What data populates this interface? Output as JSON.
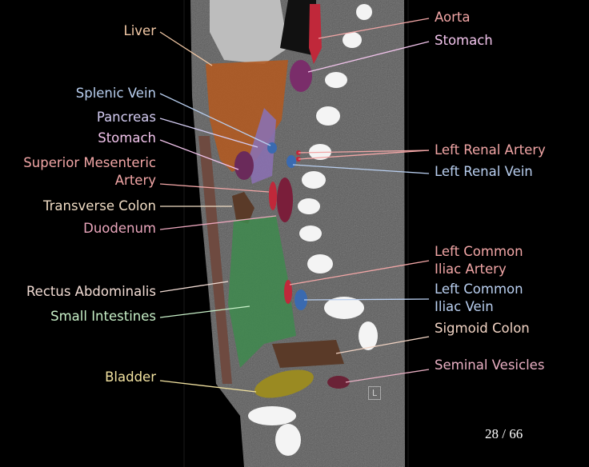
{
  "labels_left": [
    {
      "text": "Liver",
      "color": "#f3c9a6"
    },
    {
      "text": "Splenic Vein",
      "color": "#b9cff0"
    },
    {
      "text": "Pancreas",
      "color": "#d4ccf2"
    },
    {
      "text": "Stomach",
      "color": "#f2c4ec"
    },
    {
      "text": "Superior Mesenteric\nArtery",
      "color": "#f2a6a6"
    },
    {
      "text": "Transverse Colon",
      "color": "#f0dcc4"
    },
    {
      "text": "Duodenum",
      "color": "#eaa6bc"
    },
    {
      "text": "Rectus Abdominalis",
      "color": "#f2dcd4"
    },
    {
      "text": "Small Intestines",
      "color": "#c8f0c8"
    },
    {
      "text": "Bladder",
      "color": "#f2e2a0"
    }
  ],
  "labels_right": [
    {
      "text": "Aorta",
      "color": "#f2a6a6"
    },
    {
      "text": "Stomach",
      "color": "#f2c4ec"
    },
    {
      "text": "Left Renal Artery",
      "color": "#f2a6a6"
    },
    {
      "text": "Left Renal Vein",
      "color": "#b9cff0"
    },
    {
      "text": "Left Common\nIliac Artery",
      "color": "#f2a6a6"
    },
    {
      "text": "Left Common\nIliac Vein",
      "color": "#b9cff0"
    },
    {
      "text": "Sigmoid Colon",
      "color": "#f2d4c4"
    },
    {
      "text": "Seminal Vesicles",
      "color": "#eab0c4"
    }
  ],
  "orientation_marker": "L",
  "slice_counter": "28 / 66"
}
